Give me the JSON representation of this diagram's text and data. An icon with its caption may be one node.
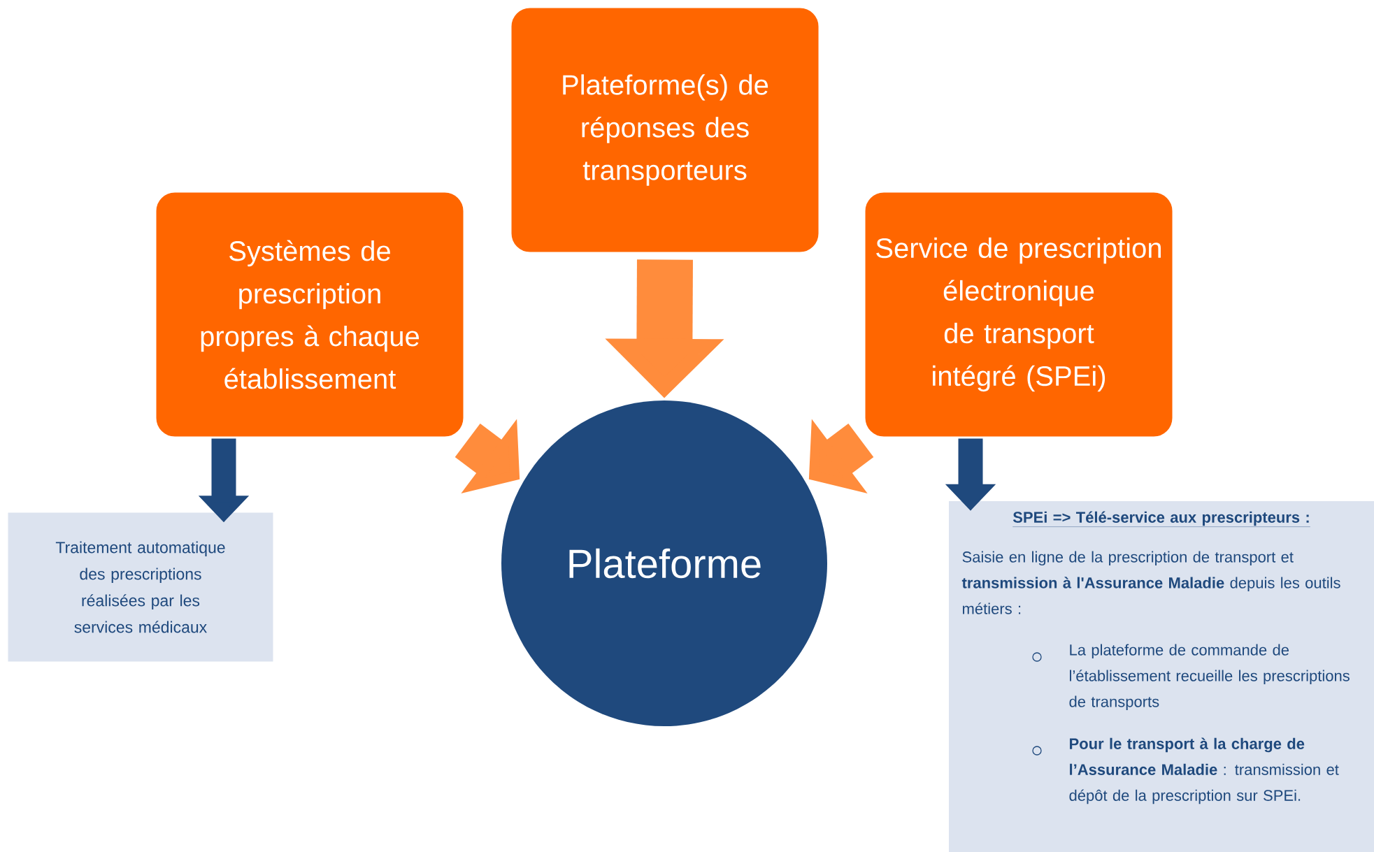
{
  "diagram": {
    "nodes": [
      {
        "text": [
          "Plateforme(s) de réponses des transporteurs"
        ]
      },
      {
        "text": [
          "Systèmes de prescription propres à chaque établissement"
        ]
      },
      {
        "text": [
          "Service de prescription électronique de transport intégré (SPEi)"
        ]
      },
      {
        "text": [
          "Plateforme"
        ]
      },
      {
        "text": [
          "Traitement automatique des prescriptions réalisées par les services médicaux"
        ]
      },
      {
        "text": [
          "SPEi => Télé-service aux prescripteurs :",
          "Saisie en ligne de la prescription de transport et **transmission à l'Assurance Maladie** depuis les outils métiers :",
          "La plateforme de commande de l’établissement recueille les prescriptions de transports",
          "**Pour le transport à la charge de l’Assurance Maladie** : transmission et dépôt de la prescription sur SPEi."
        ]
      }
    ],
    "edges": [
      {
        "from": 0,
        "to": 3,
        "arrow": "to"
      },
      {
        "from": 1,
        "to": 3,
        "arrow": "to"
      },
      {
        "from": 2,
        "to": 3,
        "arrow": "to"
      },
      {
        "from": 1,
        "to": 4,
        "arrow": "to",
        "color": "#1f497d"
      },
      {
        "from": 2,
        "to": 5,
        "arrow": "to",
        "color": "#1f497d"
      }
    ]
  }
}
